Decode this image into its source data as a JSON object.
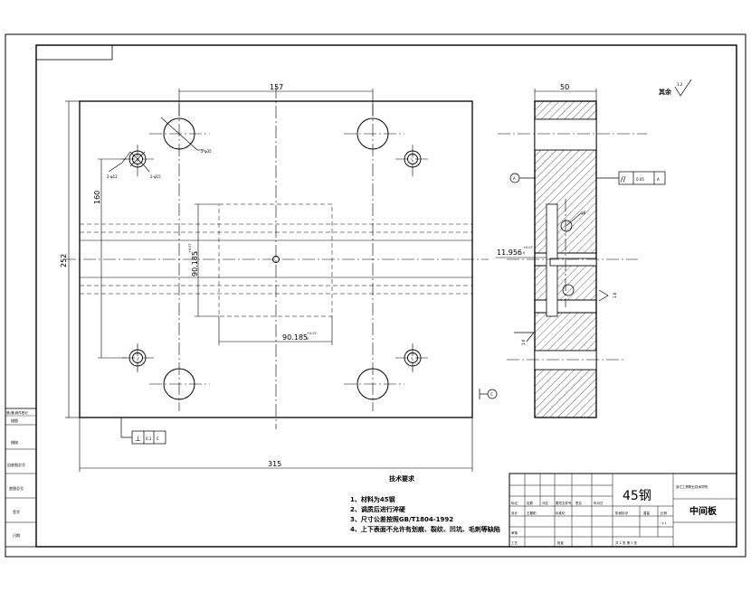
{
  "dimensions": {
    "width_top": "157",
    "height_left": "252",
    "height_holes": "160",
    "width_bottom": "315",
    "pocket_h": "90.185",
    "pocket_h_tol": "+0.07",
    "pocket_h_tol2": "0",
    "pocket_w": "90.185",
    "pocket_w_tol": "+0.07",
    "pocket_w_tol2": "0",
    "side_width": "50",
    "side_dim": "11.956",
    "side_dim_tol": "+0.07",
    "side_dim_tol2": "0"
  },
  "hole_labels": {
    "large": "2-φ35",
    "pin_a": "2-φ12",
    "pin_b": "2-φ15",
    "tap": "φ8"
  },
  "roughness": {
    "rest_label": "其余",
    "rest_value": "3.2",
    "local_a": "1.6",
    "local_b": "1.6"
  },
  "datums": {
    "a": "A",
    "c": "C"
  },
  "tolerances": {
    "flatness": {
      "symbol": "⊥",
      "value": "0.1",
      "datum": "C"
    },
    "parallel": {
      "symbol": "//",
      "value": "0.05",
      "datum": "A"
    }
  },
  "notes": {
    "heading": "技术要求",
    "items": [
      "1、材料为45钢",
      "2、调质后进行淬硬",
      "3、尺寸公差按照GB/T1804-1992",
      "4、上下表面不允许有划痕、裂纹、凹坑、毛刺等缺陷"
    ]
  },
  "title_block": {
    "material": "45钢",
    "school": "浙江工贸职业技术学院",
    "part_name": "中间板",
    "row_labels": [
      "标记",
      "处数",
      "分区",
      "更改文件号",
      "签名",
      "年月日"
    ],
    "designer_label": "设计",
    "designer": "王晨阳",
    "standard_label": "标准化",
    "review_label": "审核",
    "process_label": "工艺",
    "approve_label": "批准",
    "stage_label": "阶段标记",
    "weight_label": "重量",
    "scale_label": "比例",
    "scale": "1:1",
    "sheets": "共 1 张  第 1 张"
  },
  "side_strip": [
    "借(通)用件登记",
    "描图",
    "描校",
    "旧底图总号",
    "底图总号",
    "签字",
    "日期"
  ]
}
